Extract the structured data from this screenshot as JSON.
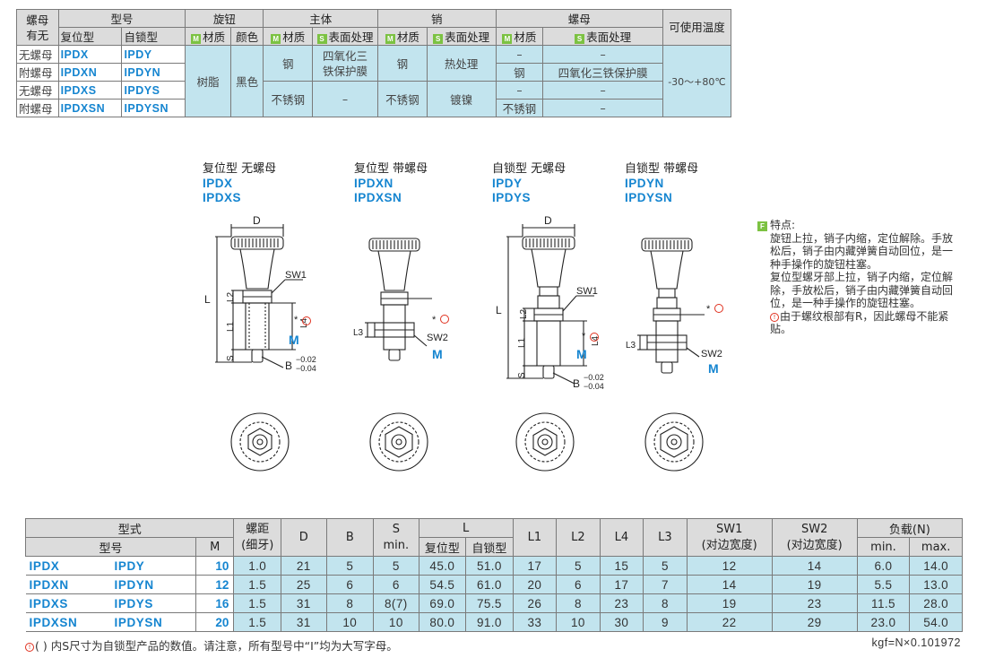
{
  "spec_table": {
    "headers": {
      "nut_presence": "螺母\n有无",
      "model_no": "型号",
      "reset_type": "复位型",
      "lock_type": "自锁型",
      "knob": "旋钮",
      "body": "主体",
      "pin": "销",
      "nut": "螺母",
      "temperature": "可使用温度",
      "material": "材质",
      "color": "颜色",
      "surface": "表面处理",
      "badge_m": "M",
      "badge_s": "S"
    },
    "rows": [
      {
        "nut": "无螺母",
        "reset": "IPDX",
        "lock": "IPDY"
      },
      {
        "nut": "附螺母",
        "reset": "IPDXN",
        "lock": "IPDYN"
      },
      {
        "nut": "无螺母",
        "reset": "IPDXS",
        "lock": "IPDYS"
      },
      {
        "nut": "附螺母",
        "reset": "IPDXSN",
        "lock": "IPDYSN"
      }
    ],
    "knob_material": "树脂",
    "knob_color": "黑色",
    "body_material_1": "钢",
    "body_surface_1": "四氧化三\n铁保护膜",
    "body_material_2": "不锈钢",
    "body_surface_2": "–",
    "pin_material_1": "钢",
    "pin_surface_1": "热处理",
    "pin_material_2": "不锈钢",
    "pin_surface_2": "镀镍",
    "nut_cells": [
      {
        "material": "–",
        "surface": "–"
      },
      {
        "material": "钢",
        "surface": "四氧化三铁保护膜"
      },
      {
        "material": "–",
        "surface": "–"
      },
      {
        "material": "不锈钢",
        "surface": "–"
      }
    ],
    "temperature_range": "-30～+80℃"
  },
  "drawings": [
    {
      "type_label": "复位型 无螺母",
      "models": [
        "IPDX",
        "IPDXS"
      ]
    },
    {
      "type_label": "复位型 带螺母",
      "models": [
        "IPDXN",
        "IPDXSN"
      ]
    },
    {
      "type_label": "自锁型 无螺母",
      "models": [
        "IPDY",
        "IPDYS"
      ]
    },
    {
      "type_label": "自锁型 带螺母",
      "models": [
        "IPDYN",
        "IPDYSN"
      ]
    }
  ],
  "drawing_labels": {
    "d": "D",
    "l": "L",
    "l1": "L1",
    "l2": "L2",
    "l3": "L3",
    "l4": "L4",
    "s": "S",
    "b": "B",
    "tol_upper": "−0.02",
    "tol_lower": "−0.04",
    "sw1": "SW1",
    "sw2": "SW2",
    "m": "M",
    "star": "*"
  },
  "features": {
    "badge": "F",
    "title": "特点:",
    "paragraph_1": "旋钮上拉，销子内缩，定位解除。手放松后，销子由内藏弹簧自动回位，是一种手操作的旋钮柱塞。",
    "paragraph_2": "复位型螺牙部上拉，销子内缩，定位解除，手放松后，销子由内藏弹簧自动回位，是一种手操作的旋钮柱塞。",
    "paragraph_3": "由于螺纹根部有R，因此螺母不能紧贴。"
  },
  "dim_table": {
    "headers": {
      "form": "型式",
      "model": "型号",
      "m": "M",
      "pitch": "螺距\n(细牙)",
      "d": "D",
      "b": "B",
      "s": "S\nmin.",
      "l": "L",
      "l_reset": "复位型",
      "l_lock": "自锁型",
      "l1": "L1",
      "l2": "L2",
      "l4": "L4",
      "l3": "L3",
      "sw1": "SW1\n(对边宽度)",
      "sw2": "SW2\n(对边宽度)",
      "load": "负载(N)",
      "load_min": "min.",
      "load_max": "max."
    },
    "rows": [
      {
        "reset": "IPDX",
        "lock": "IPDY",
        "m": "10",
        "pitch": "1.0",
        "d": "21",
        "b": "5",
        "s": "5",
        "l_reset": "45.0",
        "l_lock": "51.0",
        "l1": "17",
        "l2": "5",
        "l4": "15",
        "l3": "5",
        "sw1": "12",
        "sw2": "14",
        "min": "6.0",
        "max": "14.0"
      },
      {
        "reset": "IPDXN",
        "lock": "IPDYN",
        "m": "12",
        "pitch": "1.5",
        "d": "25",
        "b": "6",
        "s": "6",
        "l_reset": "54.5",
        "l_lock": "61.0",
        "l1": "20",
        "l2": "6",
        "l4": "17",
        "l3": "7",
        "sw1": "14",
        "sw2": "19",
        "min": "5.5",
        "max": "13.0"
      },
      {
        "reset": "IPDXS",
        "lock": "IPDYS",
        "m": "16",
        "pitch": "1.5",
        "d": "31",
        "b": "8",
        "s": "8(7)",
        "l_reset": "69.0",
        "l_lock": "75.5",
        "l1": "26",
        "l2": "8",
        "l4": "23",
        "l3": "8",
        "sw1": "19",
        "sw2": "23",
        "min": "11.5",
        "max": "28.0"
      },
      {
        "reset": "IPDXSN",
        "lock": "IPDYSN",
        "m": "20",
        "pitch": "1.5",
        "d": "31",
        "b": "10",
        "s": "10",
        "l_reset": "80.0",
        "l_lock": "91.0",
        "l1": "33",
        "l2": "10",
        "l4": "30",
        "l3": "9",
        "sw1": "22",
        "sw2": "29",
        "min": "23.0",
        "max": "54.0"
      }
    ]
  },
  "footnote": "( ) 内S尺寸为自锁型产品的数值。请注意，所有型号中“I”均为大写字母。",
  "conversion": "kgf=N×0.101972"
}
